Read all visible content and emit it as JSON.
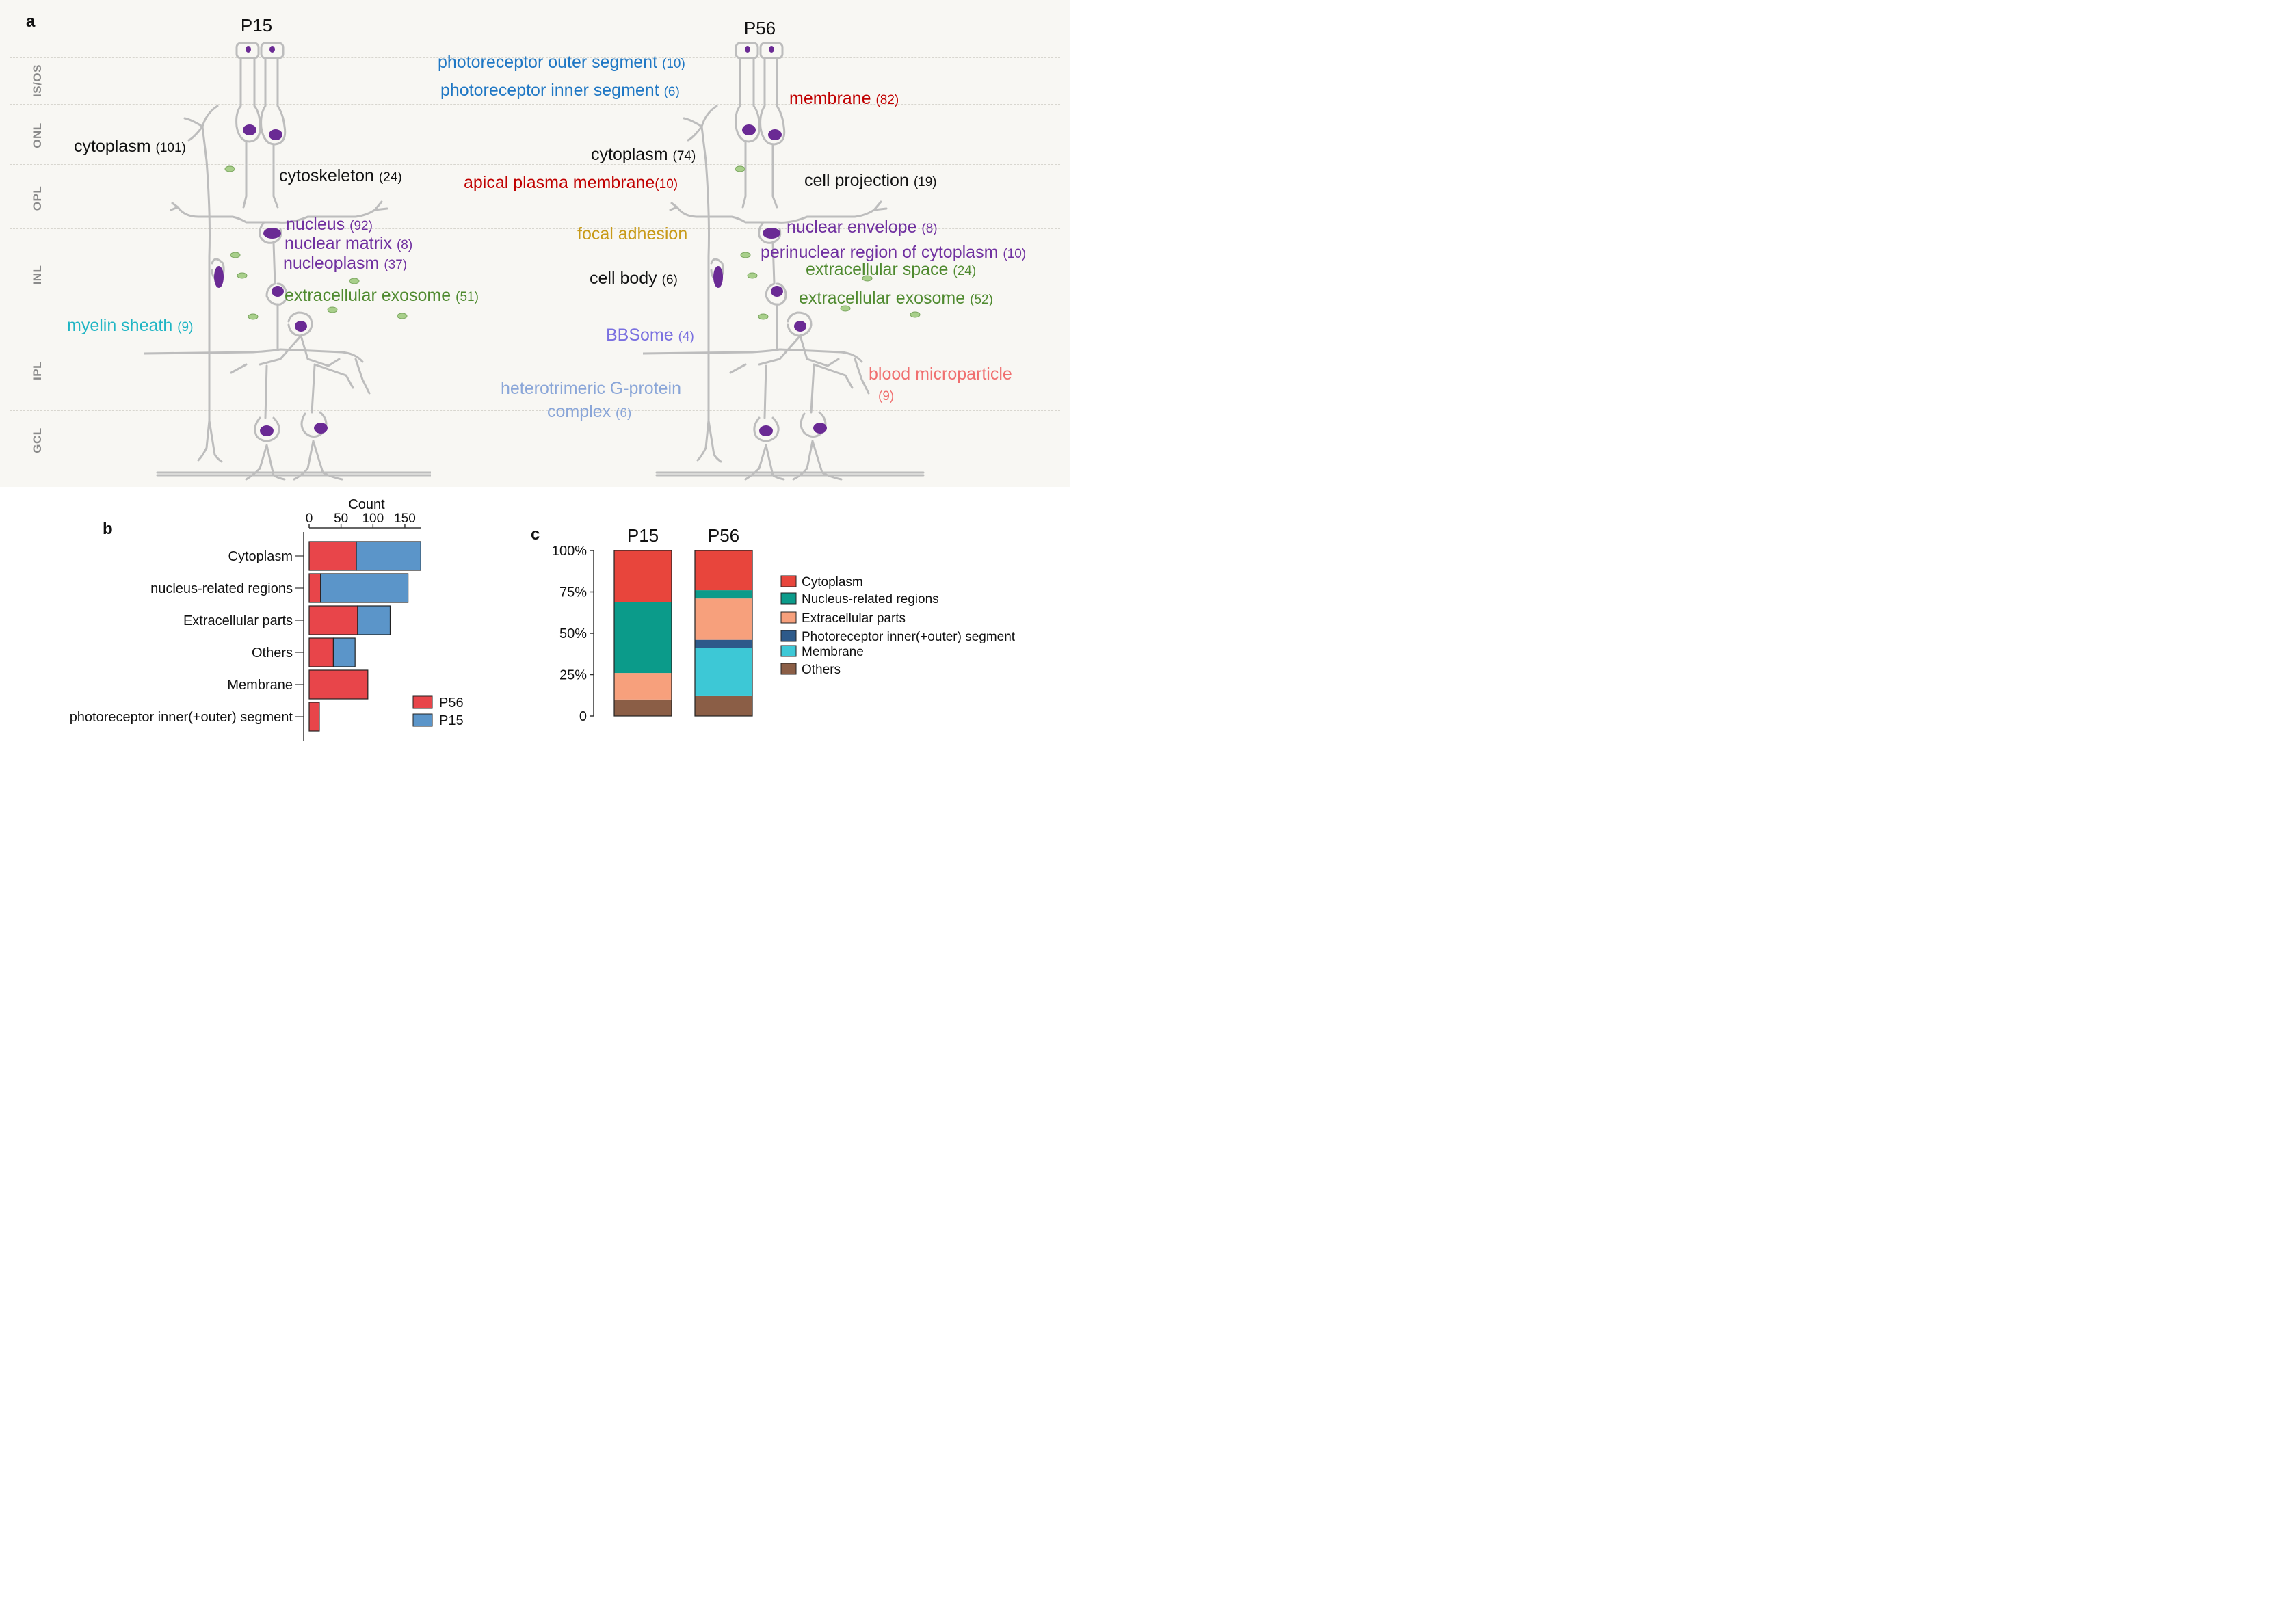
{
  "panel_a": {
    "letter": "a",
    "layers": [
      "IS/OS",
      "ONL",
      "OPL",
      "INL",
      "IPL",
      "GCL"
    ],
    "ages": [
      "P15",
      "P56"
    ],
    "terms_p15": [
      {
        "name": "cytoplasm",
        "count": "(101)",
        "color": "#111111"
      },
      {
        "name": "cytoskeleton",
        "count": "(24)",
        "color": "#111111"
      },
      {
        "name": "nucleus",
        "count": "(92)",
        "color": "#7030a0"
      },
      {
        "name": "nuclear matrix",
        "count": "(8)",
        "color": "#7030a0"
      },
      {
        "name": "nucleoplasm",
        "count": "(37)",
        "color": "#7030a0"
      },
      {
        "name": "extracellular exosome",
        "count": "(51)",
        "color": "#4f8a2f"
      },
      {
        "name": "myelin sheath",
        "count": "(9)",
        "color": "#1fb5c4"
      }
    ],
    "terms_p56": [
      {
        "name": "photoreceptor outer segment",
        "count": "(10)",
        "color": "#1f77c4"
      },
      {
        "name": "photoreceptor inner segment",
        "count": "(6)",
        "color": "#1f77c4"
      },
      {
        "name": "membrane",
        "count": "(82)",
        "color": "#c00000"
      },
      {
        "name": "cytoplasm",
        "count": "(74)",
        "color": "#111111"
      },
      {
        "name": "apical plasma membrane",
        "count": "(10)",
        "color": "#c00000"
      },
      {
        "name": "cell projection",
        "count": "(19)",
        "color": "#111111"
      },
      {
        "name": "focal adhesion",
        "count": "",
        "color": "#c89a18"
      },
      {
        "name": "nuclear envelope",
        "count": "(8)",
        "color": "#7030a0"
      },
      {
        "name": "perinuclear region of cytoplasm",
        "count": "(10)",
        "color": "#7030a0"
      },
      {
        "name": "cell body",
        "count": "(6)",
        "color": "#111111"
      },
      {
        "name": "extracellular space",
        "count": "(24)",
        "color": "#4f8a2f"
      },
      {
        "name": "extracellular exosome",
        "count": "(52)",
        "color": "#4f8a2f"
      },
      {
        "name": "BBSome",
        "count": "(4)",
        "color": "#7a70e0"
      },
      {
        "name": "blood microparticle",
        "count": "(9)",
        "color": "#f07070"
      },
      {
        "name": "heterotrimeric G-protein",
        "count": "",
        "color": "#8aa6d8"
      },
      {
        "name": "complex",
        "count": "(6)",
        "color": "#8aa6d8"
      }
    ]
  },
  "panel_b": {
    "letter": "b",
    "legend": [
      {
        "label": "P56",
        "color": "#e8454a"
      },
      {
        "label": "P15",
        "color": "#5b95c9"
      }
    ]
  },
  "panel_c": {
    "letter": "c",
    "legend": [
      {
        "label": "Cytoplasm",
        "color": "#e8453c"
      },
      {
        "label": "Nucleus-related regions",
        "color": "#0b9b8a"
      },
      {
        "label": "Extracellular parts",
        "color": "#f7a07c"
      },
      {
        "label": "Photoreceptor inner(+outer) segment",
        "color": "#2d5a8a"
      },
      {
        "label": "Membrane",
        "color": "#3dc8d6"
      },
      {
        "label": "Others",
        "color": "#8b5e46"
      }
    ]
  },
  "chart_data": [
    {
      "type": "bar",
      "orientation": "horizontal",
      "stacked": true,
      "title": "",
      "xlabel": "Count",
      "ylabel": "",
      "xlim": [
        0,
        175
      ],
      "xticks": [
        0,
        50,
        100,
        150
      ],
      "categories": [
        "Cytoplasm",
        "nucleus-related regions",
        "Extracellular parts",
        "Others",
        "Membrane",
        "photoreceptor inner(+outer) segment"
      ],
      "series": [
        {
          "name": "P56",
          "values": [
            74,
            18,
            76,
            38,
            92,
            16
          ]
        },
        {
          "name": "P15",
          "values": [
            101,
            137,
            51,
            34,
            0,
            0
          ]
        }
      ],
      "legend_position": "bottom-right",
      "grid": false
    },
    {
      "type": "bar",
      "stacked": true,
      "percent": true,
      "title": "",
      "categories": [
        "P15",
        "P56"
      ],
      "ylim": [
        0,
        100
      ],
      "yticks": [
        "0",
        "25%",
        "50%",
        "75%",
        "100%"
      ],
      "series": [
        {
          "name": "Others",
          "values": [
            10,
            12
          ]
        },
        {
          "name": "Membrane",
          "values": [
            0,
            29
          ]
        },
        {
          "name": "Photoreceptor inner(+outer) segment",
          "values": [
            0,
            5
          ]
        },
        {
          "name": "Extracellular parts",
          "values": [
            16,
            25
          ]
        },
        {
          "name": "Nucleus-related regions",
          "values": [
            43,
            5
          ]
        },
        {
          "name": "Cytoplasm",
          "values": [
            31,
            24
          ]
        }
      ],
      "legend_position": "right",
      "grid": false
    }
  ]
}
